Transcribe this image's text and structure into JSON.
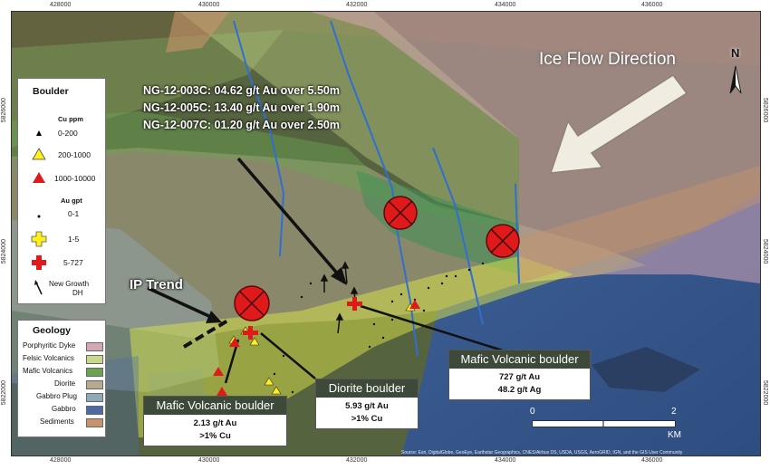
{
  "grid": {
    "eastings": [
      "428000",
      "430000",
      "432000",
      "434000",
      "436000"
    ],
    "northings": [
      "5826000",
      "5824000",
      "5822000"
    ]
  },
  "drill_results": [
    "NG-12-003C: 04.62 g/t Au over 5.50m",
    "NG-12-005C: 13.40 g/t Au over 1.90m",
    "NG-12-007C: 01.20 g/t Au over 2.50m"
  ],
  "ice_flow_label": "Ice Flow Direction",
  "ip_trend_label": "IP Trend",
  "north_label": "N",
  "boulder_legend": {
    "title": "Boulder",
    "cu_heading": "Cu ppm",
    "cu_items": [
      {
        "label": "0-200",
        "color": "#000000",
        "icon": "small-triangle-icon"
      },
      {
        "label": "200-1000",
        "color": "#ffff00",
        "icon": "yellow-triangle-icon"
      },
      {
        "label": "1000-10000",
        "color": "#e0191b",
        "icon": "red-triangle-icon"
      }
    ],
    "au_heading": "Au gpt",
    "au_items": [
      {
        "label": "0-1",
        "color": "#000000",
        "icon": "dot-icon"
      },
      {
        "label": "1-5",
        "color": "#ffff00",
        "icon": "yellow-cross-icon"
      },
      {
        "label": "5-727",
        "color": "#e0191b",
        "icon": "red-cross-icon"
      }
    ],
    "dh_label_1": "New Growth",
    "dh_label_2": "DH"
  },
  "geology_legend": {
    "title": "Geology",
    "items": [
      {
        "label": "Porphyritic Dyke",
        "color": "#d6a6b4"
      },
      {
        "label": "Felsic Volcanics",
        "color": "#c6d88a"
      },
      {
        "label": "Mafic Volcanics",
        "color": "#6aa350"
      },
      {
        "label": "Diorite",
        "color": "#b7a890"
      },
      {
        "label": "Gabbro Plug",
        "color": "#8fa9b6"
      },
      {
        "label": "Gabbro",
        "color": "#4d6aa6"
      },
      {
        "label": "Sediments",
        "color": "#c8926a"
      }
    ]
  },
  "callouts": [
    {
      "title": "Mafic Volcanic boulder",
      "lines": [
        "2.13 g/t Au",
        ">1% Cu"
      ]
    },
    {
      "title": "Diorite boulder",
      "lines": [
        "5.93 g/t Au",
        ">1% Cu"
      ]
    },
    {
      "title": "Mafic Volcanic boulder",
      "lines": [
        "727 g/t Au",
        "48.2 g/t Ag"
      ]
    }
  ],
  "scale": {
    "start": "0",
    "end": "2",
    "unit": "KM"
  },
  "credit": "Source: Esri, DigitalGlobe, GeoEye, Earthstar Geographics, CNES/Airbus DS, USDA, USGS, AeroGRID, IGN, and the GIS User Community",
  "colors": {
    "drill_target": "#e0191b",
    "callout_header": "#3d4a3a",
    "arrow": "#111111"
  }
}
